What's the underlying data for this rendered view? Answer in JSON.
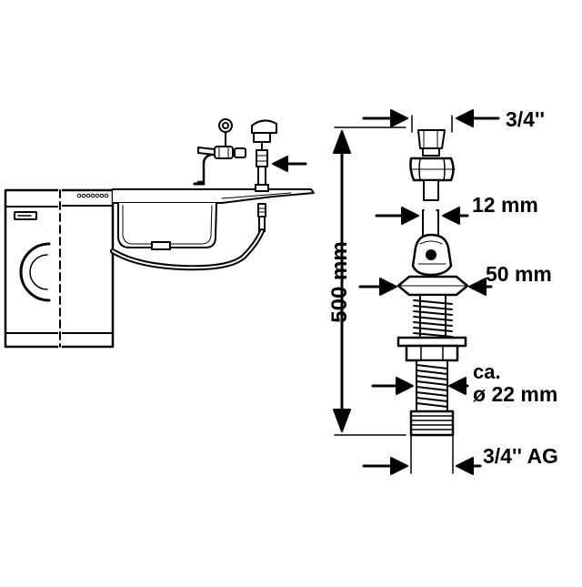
{
  "dimensions": {
    "top_thread": "3/4''",
    "pipe_diameter": "12 mm",
    "flange_diameter": "50 mm",
    "body_diameter_prefix": "ca.",
    "body_diameter": "ø 22 mm",
    "bottom_thread": "3/4'' AG",
    "total_length": "500 mm"
  },
  "colors": {
    "line": "#000000",
    "background": "#ffffff"
  }
}
